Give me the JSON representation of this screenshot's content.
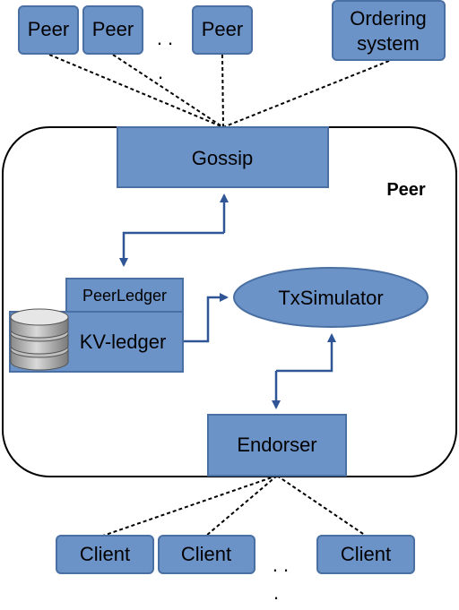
{
  "colors": {
    "box_fill": "#6c93c8",
    "box_stroke": "#4a6fa3",
    "connector": "#2f5597",
    "dotted": "#000000"
  },
  "top_nodes": {
    "peer_1": "Peer",
    "peer_2": "Peer",
    "ellipsis": ". .",
    "ellipsis_dot": ".",
    "peer_3": "Peer",
    "ordering_line1": "Ordering",
    "ordering_line2": "system"
  },
  "peer_container": {
    "label": "Peer",
    "gossip": "Gossip",
    "peer_ledger": "PeerLedger",
    "kv_ledger": "KV-ledger",
    "database_icon": "database-icon",
    "tx_simulator": "TxSimulator",
    "endorser": "Endorser"
  },
  "bottom_nodes": {
    "client_1": "Client",
    "client_2": "Client",
    "ellipsis": ". .",
    "ellipsis_dot": ".",
    "client_3": "Client"
  }
}
